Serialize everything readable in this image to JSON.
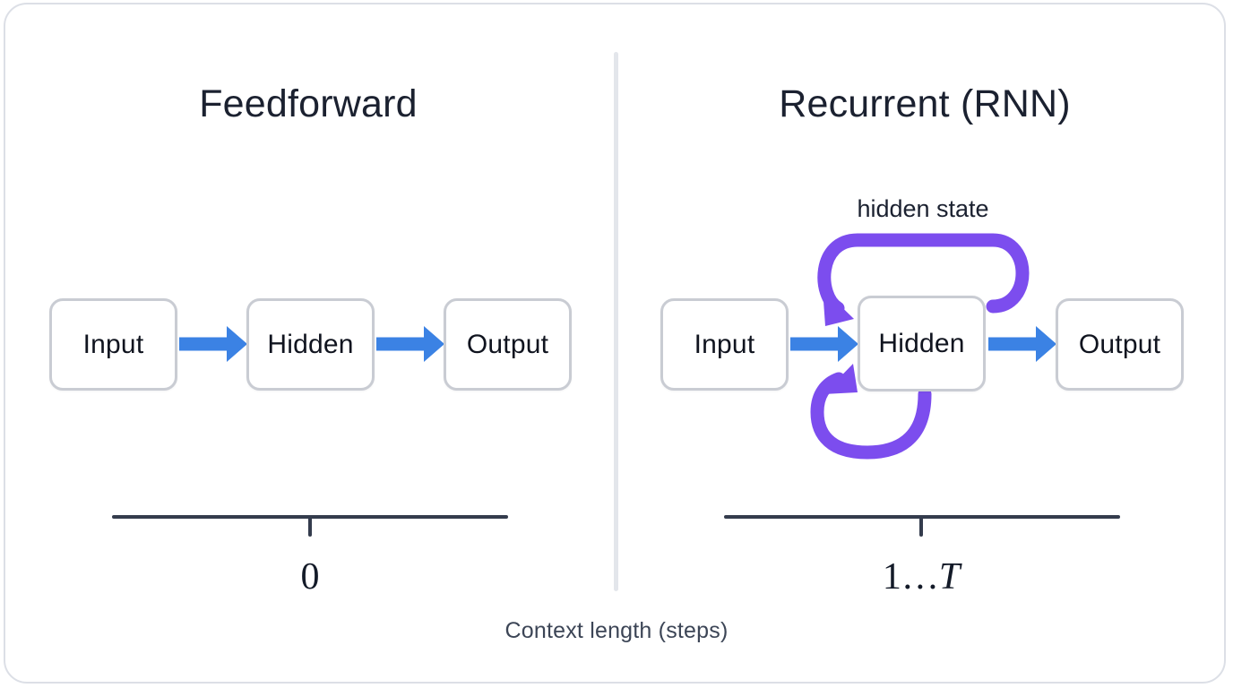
{
  "diagram": {
    "caption": "Context length (steps)",
    "colors": {
      "arrow_blue": "#3b82e4",
      "loop_purple": "#7c4dee",
      "node_border": "#c9ccd3",
      "card_border": "#dcdfe6",
      "divider": "#e3e6eb",
      "ruler": "#343c4d",
      "text": "#1b2130"
    },
    "panels": [
      {
        "id": "feedforward",
        "title": "Feedforward",
        "nodes": [
          {
            "id": "ff-input",
            "label": "Input"
          },
          {
            "id": "ff-hidden",
            "label": "Hidden"
          },
          {
            "id": "ff-output",
            "label": "Output"
          }
        ],
        "arrows": [
          {
            "from": "Input",
            "to": "Hidden",
            "kind": "forward",
            "color": "#3b82e4"
          },
          {
            "from": "Hidden",
            "to": "Output",
            "kind": "forward",
            "color": "#3b82e4"
          }
        ],
        "loops": [],
        "scale": {
          "value": "0",
          "value_parts": [
            {
              "text": "0",
              "style": "roman"
            }
          ],
          "tick_position": "center"
        }
      },
      {
        "id": "recurrent",
        "title": "Recurrent (RNN)",
        "annotation": "hidden state",
        "nodes": [
          {
            "id": "rnn-input",
            "label": "Input"
          },
          {
            "id": "rnn-hidden",
            "label": "Hidden"
          },
          {
            "id": "rnn-output",
            "label": "Output"
          }
        ],
        "arrows": [
          {
            "from": "Input",
            "to": "Hidden",
            "kind": "forward",
            "color": "#3b82e4"
          },
          {
            "from": "Hidden",
            "to": "Output",
            "kind": "forward",
            "color": "#3b82e4"
          }
        ],
        "loops": [
          {
            "id": "top-recurrence",
            "from": "Hidden",
            "to": "Hidden",
            "color": "#7c4dee",
            "path": "over-the-top"
          },
          {
            "id": "bottom-recurrence",
            "from": "Hidden",
            "to": "Hidden",
            "color": "#7c4dee",
            "path": "under-the-bottom"
          }
        ],
        "scale": {
          "value": "1…T",
          "value_parts": [
            {
              "text": "1",
              "style": "roman"
            },
            {
              "text": "…",
              "style": "roman"
            },
            {
              "text": "T",
              "style": "italic"
            }
          ],
          "tick_position": "center"
        }
      }
    ]
  }
}
